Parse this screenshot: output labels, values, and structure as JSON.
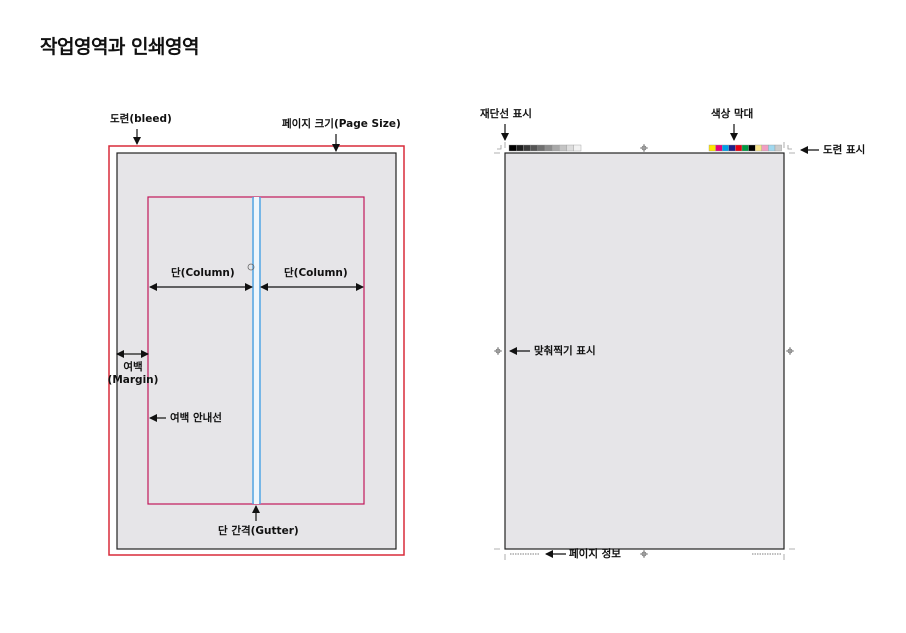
{
  "title": "작업영역과 인쇄영역",
  "left_diagram": {
    "labels": {
      "bleed": "도련(bleed)",
      "page_size": "페이지 크기(Page Size)",
      "column_left": "단(Column)",
      "column_right": "단(Column)",
      "margin_line1": "여백",
      "margin_line2": "(Margin)",
      "margin_guide": "여백 안내선",
      "gutter": "단 간격(Gutter)"
    }
  },
  "right_diagram": {
    "labels": {
      "crop_marks": "재단선 표시",
      "color_bar": "색상 막대",
      "bleed_marks": "도련 표시",
      "registration_marks": "맞춰찍기 표시",
      "page_info": "페이지 정보"
    },
    "grayscale_swatches": [
      "#000000",
      "#1e1e1e",
      "#3a3a3a",
      "#555555",
      "#707070",
      "#8c8c8c",
      "#a8a8a8",
      "#c4c4c4",
      "#dddddd",
      "#f2f2f2"
    ],
    "color_swatches": [
      "#ffe600",
      "#e6007e",
      "#00a0e9",
      "#1d2088",
      "#e60012",
      "#009944",
      "#000000",
      "#f8e58c",
      "#f19ec2",
      "#a0d8ef",
      "#cccccc"
    ]
  },
  "colors": {
    "bleed_border": "#d92b3a",
    "page_fill": "#e6e5e8",
    "margin_guide": "#c2185b",
    "gutter_guide": "#5aa9e6"
  }
}
